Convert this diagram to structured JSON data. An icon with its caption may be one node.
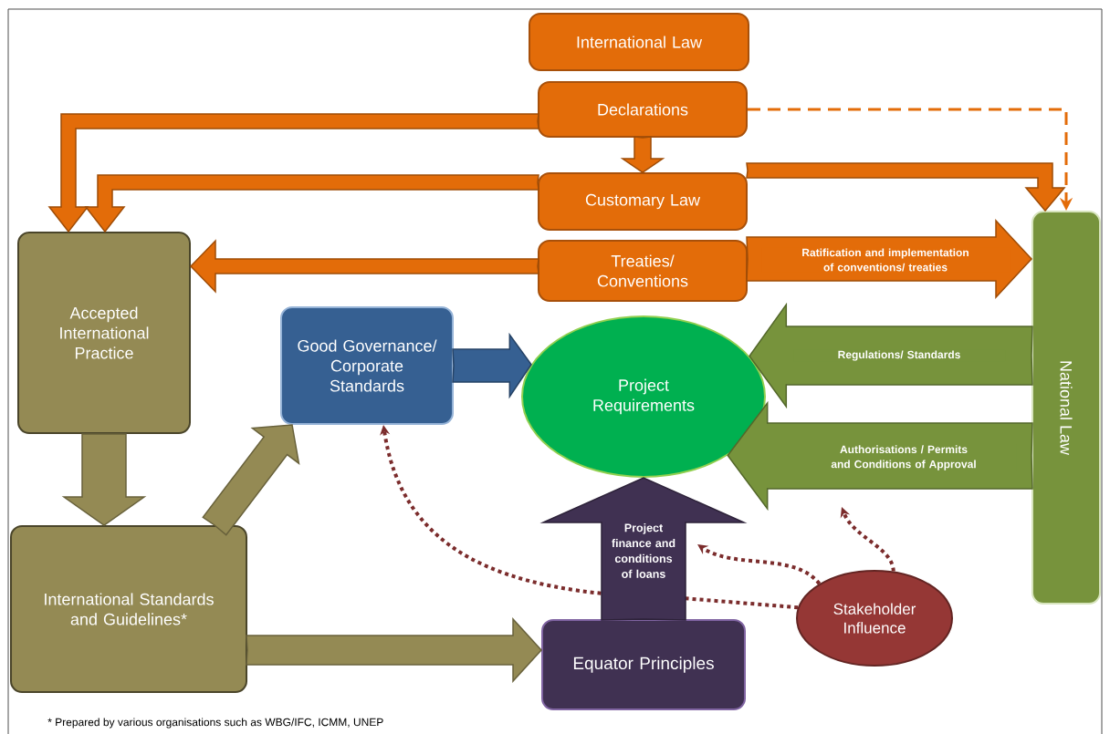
{
  "diagram": {
    "nodes": [
      {
        "text": [
          "International Law"
        ]
      },
      {
        "text": [
          "Declarations"
        ]
      },
      {
        "text": [
          "Customary Law"
        ]
      },
      {
        "text": [
          "Treaties/ Conventions"
        ]
      },
      {
        "text": [
          "Accepted International Practice"
        ]
      },
      {
        "text": [
          "Good Governance/ Corporate Standards"
        ]
      },
      {
        "text": [
          "Project Requirements"
        ]
      },
      {
        "text": [
          "National Law"
        ]
      },
      {
        "text": [
          "International Standards and Guidelines*"
        ]
      },
      {
        "text": [
          "Equator Principles"
        ]
      },
      {
        "text": [
          "Stakeholder Influence"
        ]
      }
    ],
    "edges": [
      {
        "from": 1,
        "to": 4,
        "arrow": "to"
      },
      {
        "from": 1,
        "to": 2,
        "arrow": "to"
      },
      {
        "from": 2,
        "to": 4,
        "arrow": "to"
      },
      {
        "from": 2,
        "to": 7,
        "arrow": "to"
      },
      {
        "from": 1,
        "to": 7,
        "arrow": "to",
        "style": "dashed",
        "color": "#e36c09"
      },
      {
        "from": 3,
        "to": 4,
        "arrow": "to"
      },
      {
        "from": 3,
        "to": 7,
        "arrow": "to",
        "label": "Ratification and implementation of conventions/ treaties"
      },
      {
        "from": 7,
        "to": 6,
        "arrow": "to",
        "label": "Regulations/ Standards",
        "color": "#77933c"
      },
      {
        "from": 7,
        "to": 6,
        "arrow": "to",
        "label": "Authorisations / Permits and Conditions of Approval",
        "color": "#77933c"
      },
      {
        "from": 5,
        "to": 6,
        "arrow": "to",
        "color": "#366092"
      },
      {
        "from": 4,
        "to": 8,
        "arrow": "to",
        "color": "#948a54"
      },
      {
        "from": 8,
        "to": 5,
        "arrow": "to",
        "color": "#948a54"
      },
      {
        "from": 8,
        "to": 9,
        "arrow": "to",
        "color": "#948a54"
      },
      {
        "from": 9,
        "to": 6,
        "arrow": "to",
        "label": "Project finance and conditions of loans",
        "color": "#403152"
      },
      {
        "from": 10,
        "to": 5,
        "arrow": "to",
        "style": "dashed",
        "color": "#7b2c2c"
      },
      {
        "from": 10,
        "to": null,
        "arrow": "to",
        "style": "dashed",
        "color": "#7b2c2c"
      },
      {
        "from": 10,
        "to": null,
        "arrow": "to",
        "style": "dashed",
        "color": "#7b2c2c"
      }
    ],
    "labels": [
      "* Prepared by various organisations such as WBG/IFC, ICMM, UNEP"
    ]
  }
}
